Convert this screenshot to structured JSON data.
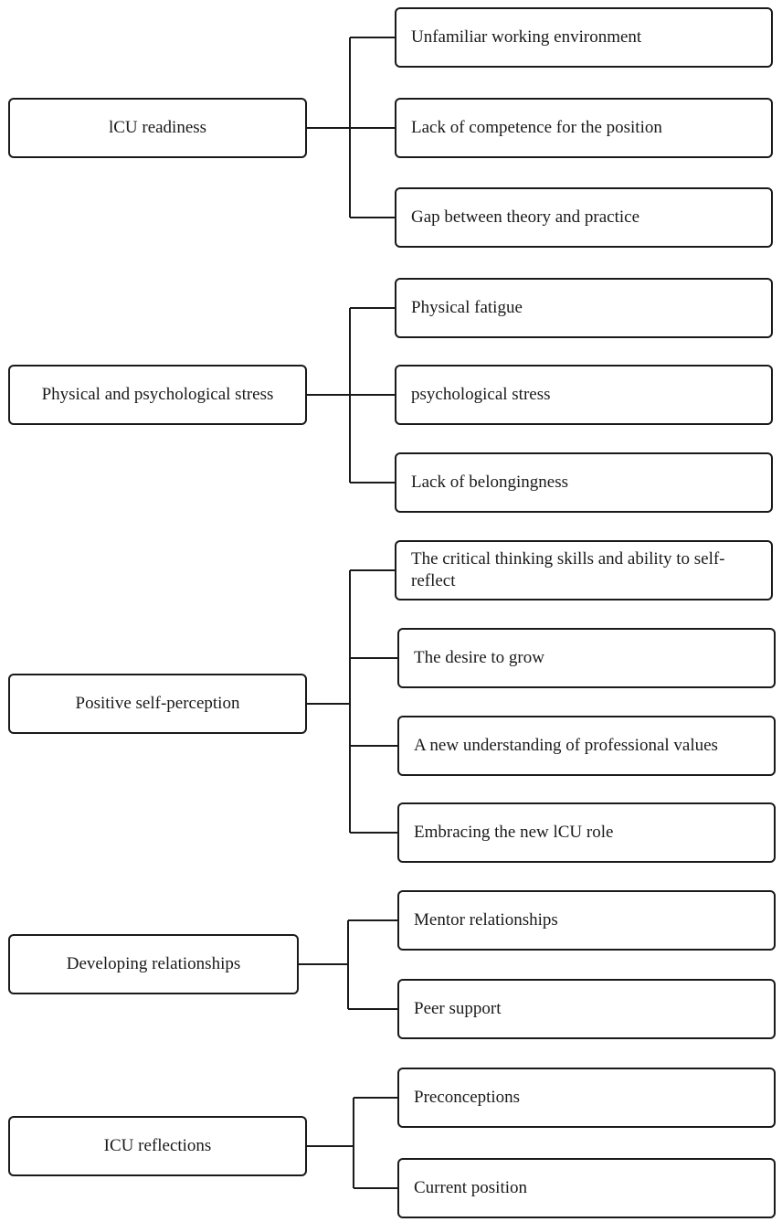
{
  "themes": [
    {
      "label": "lCU readiness",
      "subthemes": [
        "Unfamiliar working environment",
        "Lack of competence for the position",
        "Gap between theory and practice"
      ]
    },
    {
      "label": "Physical and psychological stress",
      "subthemes": [
        "Physical fatigue",
        "psychological stress",
        "Lack of belongingness"
      ]
    },
    {
      "label": "Positive self-perception",
      "subthemes": [
        "The critical thinking skills and ability to self-reflect",
        "The desire to grow",
        "A new understanding of professional values",
        "Embracing the new lCU role"
      ]
    },
    {
      "label": "Developing relationships",
      "subthemes": [
        "Mentor relationships",
        "Peer support"
      ]
    },
    {
      "label": "ICU reflections",
      "subthemes": [
        "Preconceptions",
        "Current position"
      ]
    }
  ]
}
